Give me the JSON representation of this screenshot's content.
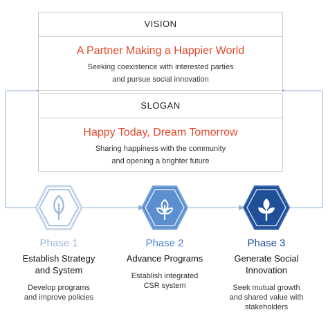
{
  "vision": {
    "header": "VISION",
    "headline": "A Partner Making a Happier World",
    "line1": "Seeking coexistence with interested parties",
    "line2": "and pursue social innovation"
  },
  "slogan": {
    "header": "SLOGAN",
    "headline": "Happy Today, Dream Tomorrow",
    "line1": "Sharing happiness with the community",
    "line2": "and opening a brighter future"
  },
  "phases": [
    {
      "label": "Phase 1",
      "title1": "Establish Strategy",
      "title2": "and System",
      "desc1": "Develop programs",
      "desc2": "and improve policies",
      "desc3": ""
    },
    {
      "label": "Phase 2",
      "title1": "Advance Programs",
      "title2": "",
      "desc1": "Establish integrated",
      "desc2": "CSR system",
      "desc3": ""
    },
    {
      "label": "Phase 3",
      "title1": "Generate Social",
      "title2": "Innovation",
      "desc1": "Seek mutual growth",
      "desc2": "and shared value with",
      "desc3": "stakeholders"
    }
  ],
  "colors": {
    "accent_red": "#e2472a",
    "phase1": "#9ab9dd",
    "phase2": "#5b8fd0",
    "phase3": "#1f4f97",
    "line": "#8fb0d8"
  },
  "icons": [
    "leaf-icon",
    "sprout-icon",
    "sprout-icon"
  ]
}
